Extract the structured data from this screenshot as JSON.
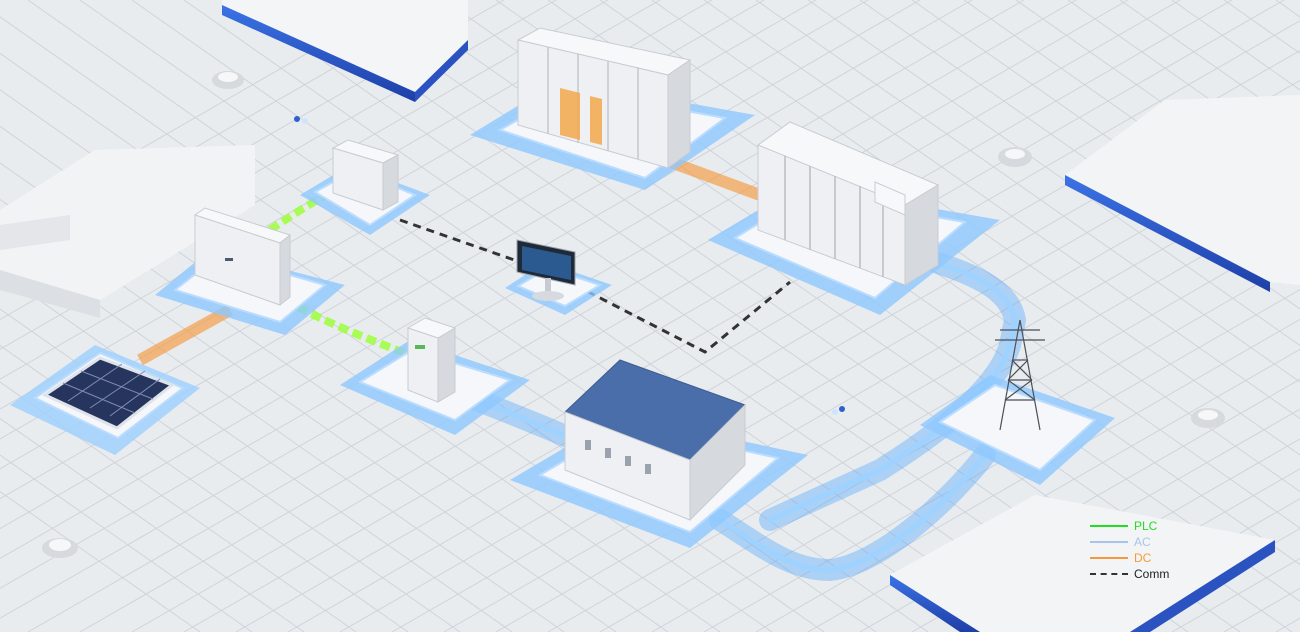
{
  "diagram": {
    "nodes": [
      {
        "id": "pv-panel",
        "name": "solar-panel"
      },
      {
        "id": "pv-inverter",
        "name": "pv-inverter"
      },
      {
        "id": "combiner",
        "name": "combiner-box"
      },
      {
        "id": "ac-cabinet",
        "name": "ac-cabinet"
      },
      {
        "id": "controller",
        "name": "monitor-screen"
      },
      {
        "id": "pcs",
        "name": "container-pcs"
      },
      {
        "id": "battery",
        "name": "container-battery"
      },
      {
        "id": "substation",
        "name": "substation-building"
      },
      {
        "id": "grid",
        "name": "transmission-tower"
      }
    ],
    "connections": [
      {
        "from": "pv-panel",
        "to": "pv-inverter",
        "type": "DC"
      },
      {
        "from": "pv-inverter",
        "to": "combiner",
        "type": "PLC"
      },
      {
        "from": "pv-inverter",
        "to": "ac-cabinet",
        "type": "PLC"
      },
      {
        "from": "pcs",
        "to": "battery",
        "type": "DC"
      },
      {
        "from": "ac-cabinet",
        "to": "substation",
        "type": "AC"
      },
      {
        "from": "battery",
        "to": "grid",
        "type": "AC"
      },
      {
        "from": "substation",
        "to": "grid",
        "type": "AC"
      },
      {
        "from": "combiner",
        "to": "controller",
        "type": "Comm"
      },
      {
        "from": "controller",
        "to": "battery",
        "type": "Comm"
      }
    ]
  },
  "legend": [
    {
      "label": "PLC",
      "color": "#22dd22",
      "style": "solid"
    },
    {
      "label": "AC",
      "color": "#a9c4e8",
      "style": "solid"
    },
    {
      "label": "DC",
      "color": "#f59a3c",
      "style": "solid"
    },
    {
      "label": "Comm",
      "color": "#333333",
      "style": "dashed"
    }
  ],
  "colors": {
    "floor": "#e9ecef",
    "grid_line": "#cfd4da",
    "platform_glow": "#4aa3ff",
    "building_roof": "#4a6ea9",
    "accent_blue": "#2f5fd0"
  }
}
